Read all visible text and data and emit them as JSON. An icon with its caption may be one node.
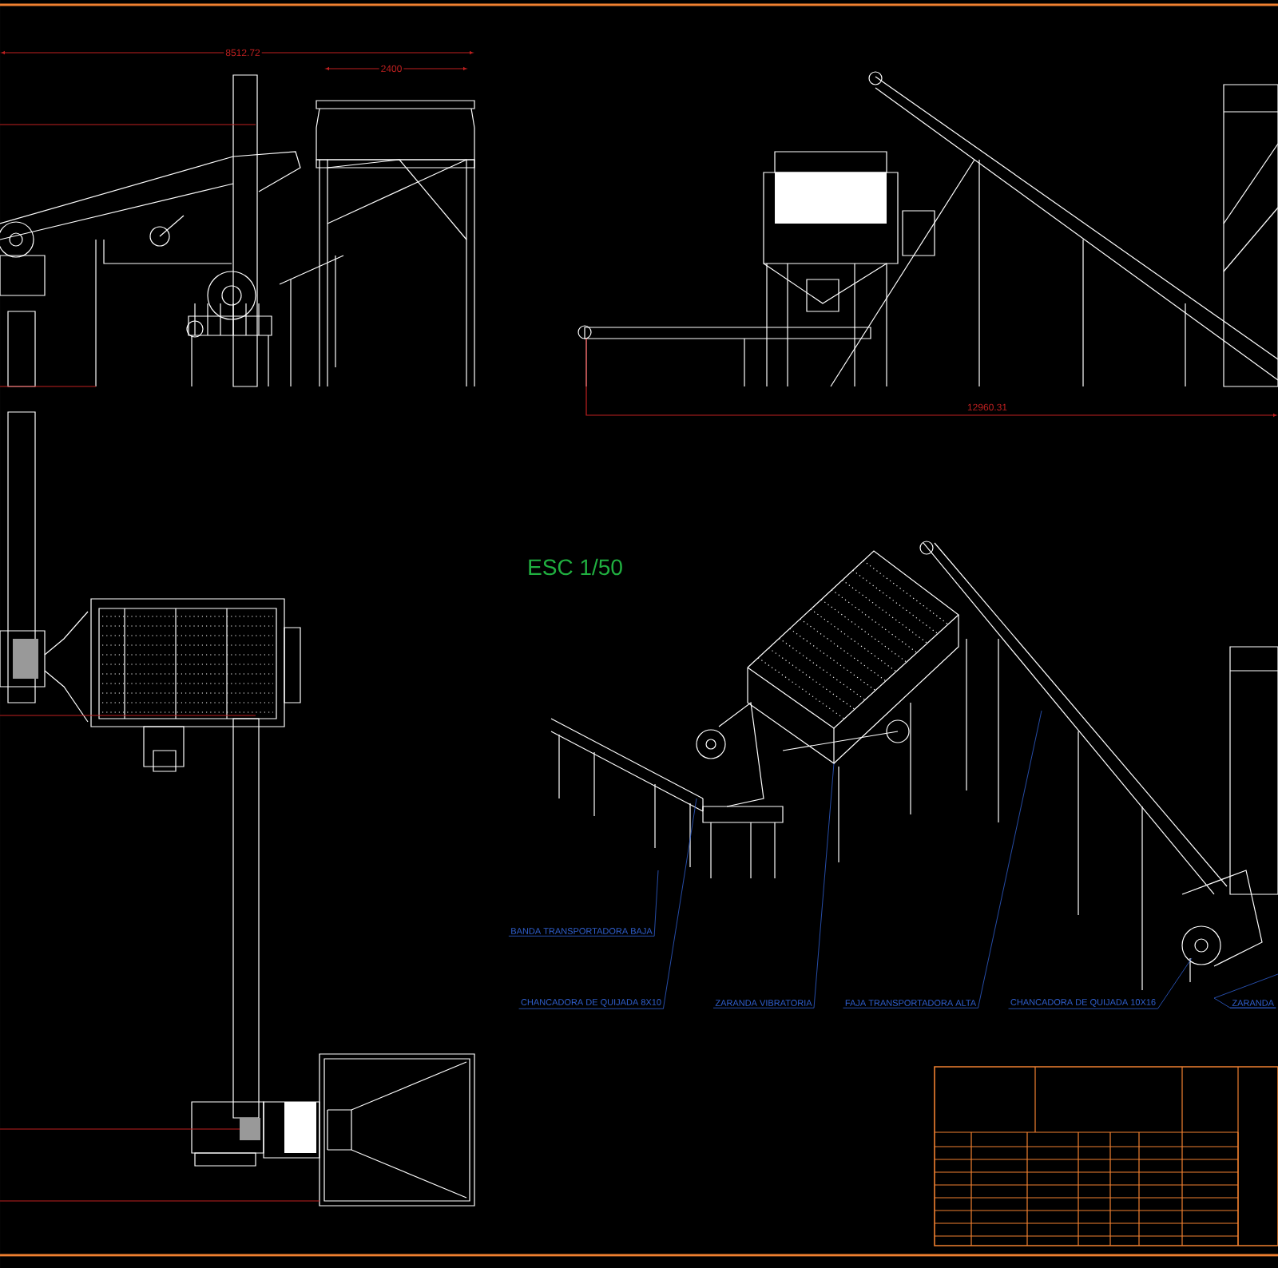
{
  "diagram": {
    "nodes": [
      {
        "text": [
          "BANDA TRANSPORTADORA BAJA"
        ]
      },
      {
        "text": [
          "CHANCADORA DE QUIJADA 8X10"
        ]
      },
      {
        "text": [
          "ZARANDA VIBRATORIA"
        ]
      },
      {
        "text": [
          "FAJA TRANSPORTADORA ALTA"
        ]
      },
      {
        "text": [
          "CHANCADORA DE QUIJADA 10X16"
        ]
      },
      {
        "text": [
          "ZARANDA"
        ]
      }
    ],
    "edges": [
      {
        "from": 0,
        "to": null,
        "arrow": "none"
      },
      {
        "from": 1,
        "to": null,
        "arrow": "none"
      },
      {
        "from": 2,
        "to": null,
        "arrow": "none"
      },
      {
        "from": 3,
        "to": null,
        "arrow": "none"
      },
      {
        "from": 4,
        "to": null,
        "arrow": "none"
      },
      {
        "from": 5,
        "to": null,
        "arrow": "none"
      }
    ],
    "labels": [
      "8512.72",
      "2400",
      "12960.31",
      "ESC 1/50"
    ]
  }
}
